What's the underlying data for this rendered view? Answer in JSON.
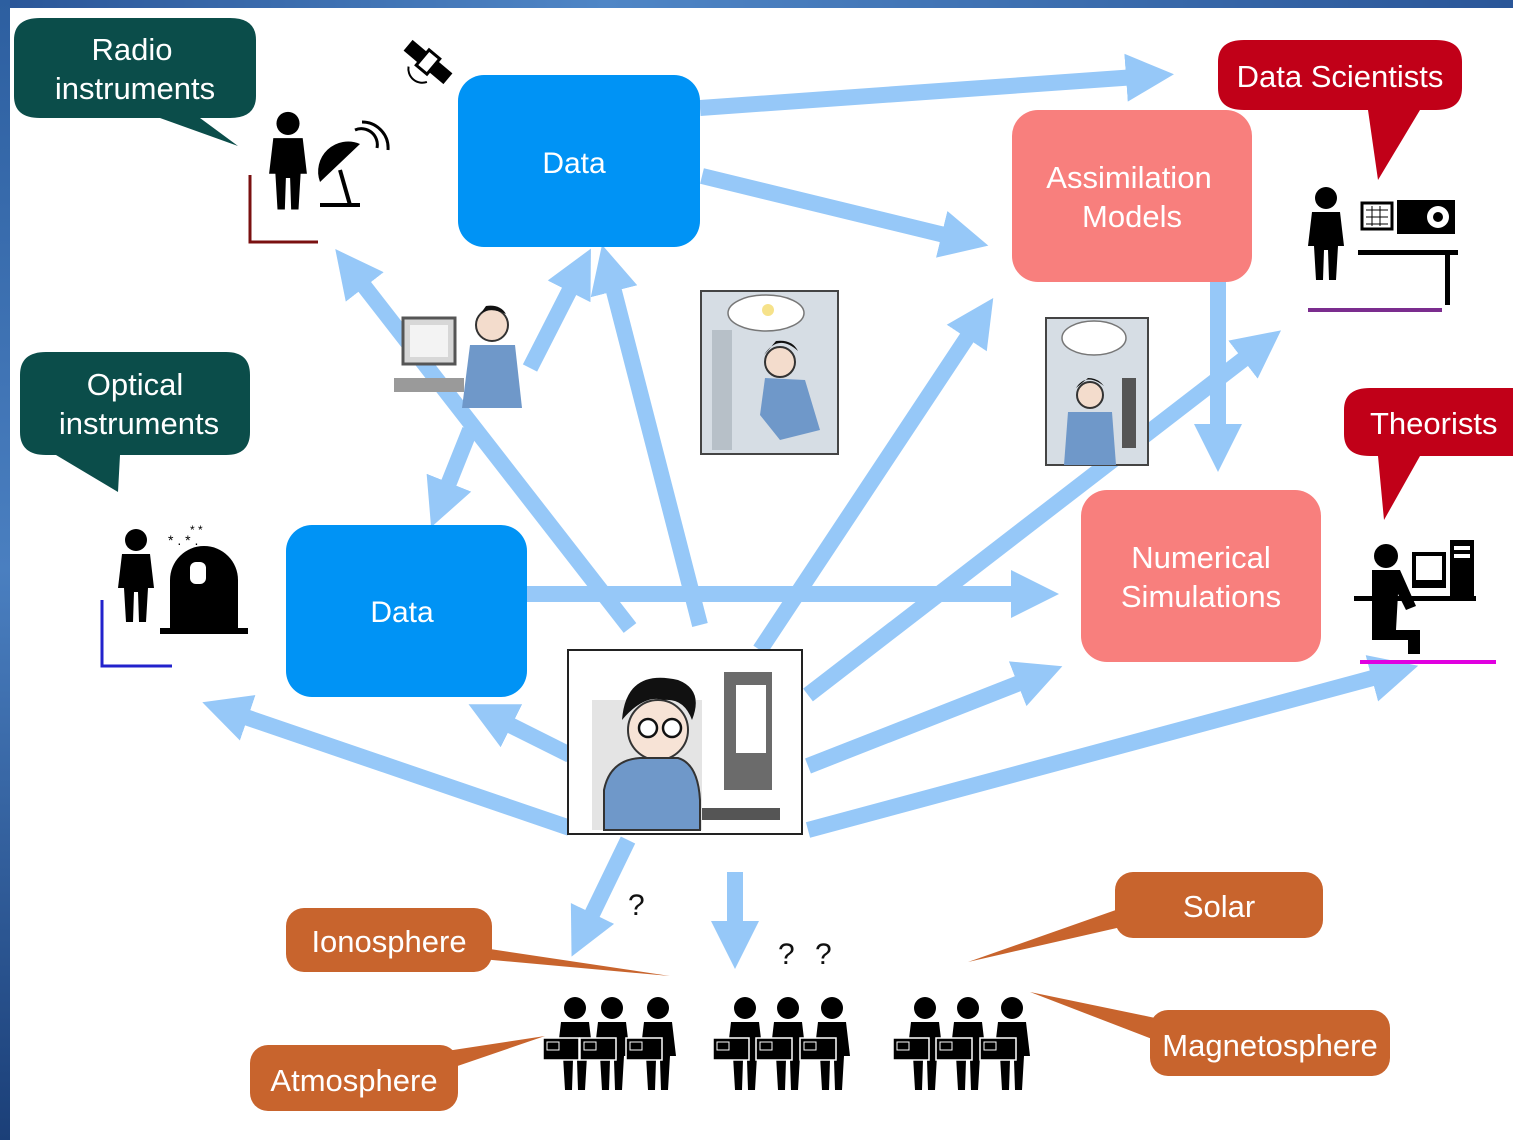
{
  "colors": {
    "arrow": "#96c8f8",
    "data_box": "#0093f5",
    "model_box": "#f87f7d",
    "bubble_instruments": "#0b4d4a",
    "bubble_people": "#c10018",
    "domain_label": "#c8642d",
    "figure": "#000000"
  },
  "boxes": {
    "data_top": "Data",
    "data_mid": "Data",
    "assimilation": [
      "Assimilation",
      "Models"
    ],
    "numerical": [
      "Numerical",
      "Simulations"
    ]
  },
  "bubbles": {
    "radio": [
      "Radio",
      "instruments"
    ],
    "optical": [
      "Optical",
      "instruments"
    ],
    "data_scientists": "Data Scientists",
    "theorists": "Theorists"
  },
  "domains": {
    "ionosphere": "Ionosphere",
    "atmosphere": "Atmosphere",
    "solar": "Solar",
    "magnetosphere": "Magnetosphere"
  },
  "question_marks": {
    "single": "?",
    "double_left": "?",
    "double_right": "?"
  },
  "icons": {
    "satellite": "satellite-icon",
    "radio_operator": "person-with-antenna-icon",
    "optical_observer": "person-with-observatory-icon",
    "data_scientist": "person-at-workstation-icon",
    "theorist": "seated-person-at-computer-icon",
    "researcher": "researcher-cartoon-icon",
    "user_groups": "people-with-laptops-icon"
  }
}
